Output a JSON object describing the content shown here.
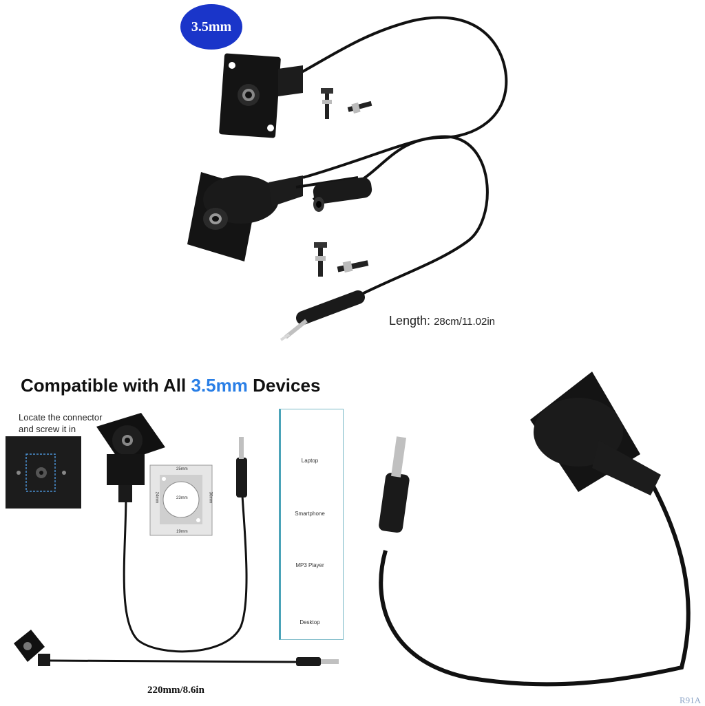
{
  "badge": {
    "text": "3.5mm",
    "color": "#1a35c9"
  },
  "length": {
    "label": "Length:",
    "value": "28cm/11.02in"
  },
  "headline": {
    "prefix": "Compatible with All ",
    "accent": "3.5mm",
    "suffix": " Devices",
    "accent_color": "#2a7fe6"
  },
  "instruction": "Locate the connector and screw it in",
  "dimensions": {
    "top": "25mm",
    "left": "24mm",
    "center": "23mm",
    "right": "30mm",
    "bottom": "19mm"
  },
  "devices": [
    "Laptop",
    "Smartphone",
    "MP3 Player",
    "Desktop"
  ],
  "cable_length": "220mm/8.6in",
  "watermark": "R91A"
}
